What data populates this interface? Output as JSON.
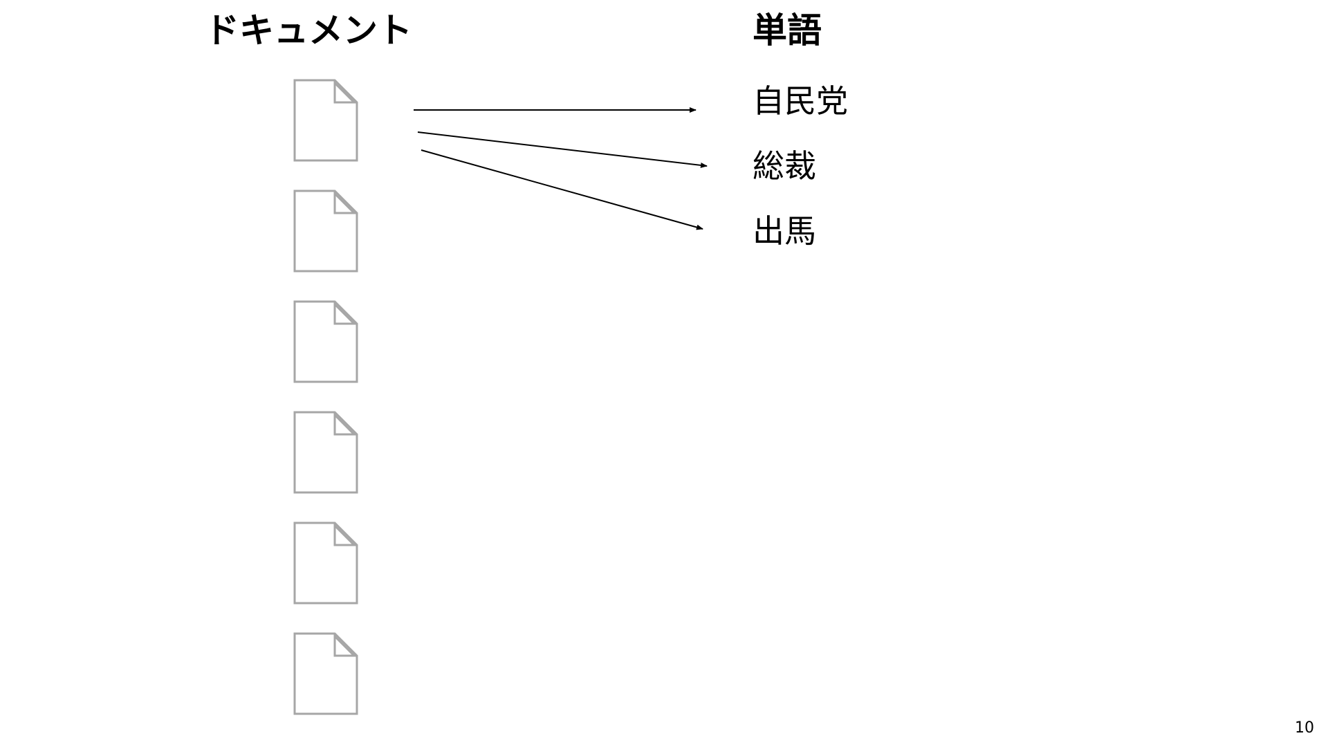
{
  "headings": {
    "documents": "ドキュメント",
    "words": "単語"
  },
  "words": [
    "自民党",
    "総裁",
    "出馬"
  ],
  "documents": {
    "count": 6,
    "icon": "document-icon"
  },
  "links": [
    {
      "from_document": 0,
      "to_word": 0
    },
    {
      "from_document": 0,
      "to_word": 1
    },
    {
      "from_document": 0,
      "to_word": 2
    }
  ],
  "colors": {
    "text": "#000000",
    "icon_stroke": "#a6a6a6",
    "arrow": "#000000"
  },
  "page_number": "10"
}
